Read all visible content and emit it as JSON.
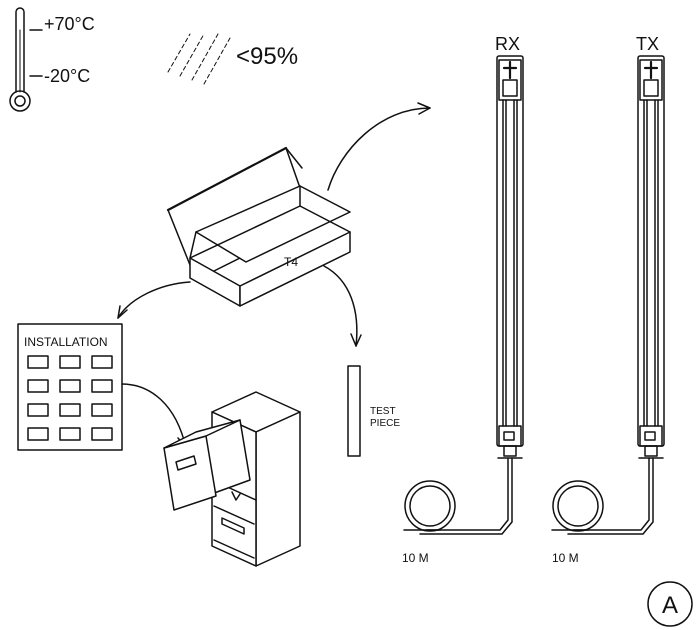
{
  "environment": {
    "temp_max": "+70°C",
    "temp_min": "-20°C",
    "humidity": "<95%"
  },
  "package": {
    "label": "T4"
  },
  "manual": {
    "title": "INSTALLATION"
  },
  "test_piece": {
    "line1": "TEST",
    "line2": "PIECE"
  },
  "receiver": {
    "label": "RX",
    "cable_length": "10 M"
  },
  "transmitter": {
    "label": "TX",
    "cable_length": "10 M"
  },
  "figure": {
    "marker": "A"
  },
  "icons": {
    "thermometer": "thermometer-icon",
    "humidity": "humidity-hatch-icon"
  }
}
